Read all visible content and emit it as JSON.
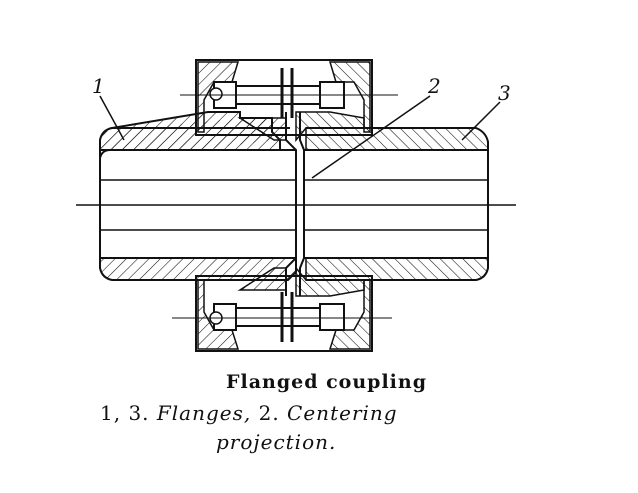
{
  "figure": {
    "callouts": {
      "label_1": "1",
      "label_2": "2",
      "label_3": "3"
    },
    "caption": {
      "title": "Flanged coupling",
      "line1_numbers_a": "1, 3.",
      "line1_flanges": "Flanges,",
      "line1_numbers_b": "2.",
      "line1_centering": "Centering",
      "line2": "projection."
    },
    "ink_color": "#111111",
    "paper_color": "#ffffff"
  }
}
